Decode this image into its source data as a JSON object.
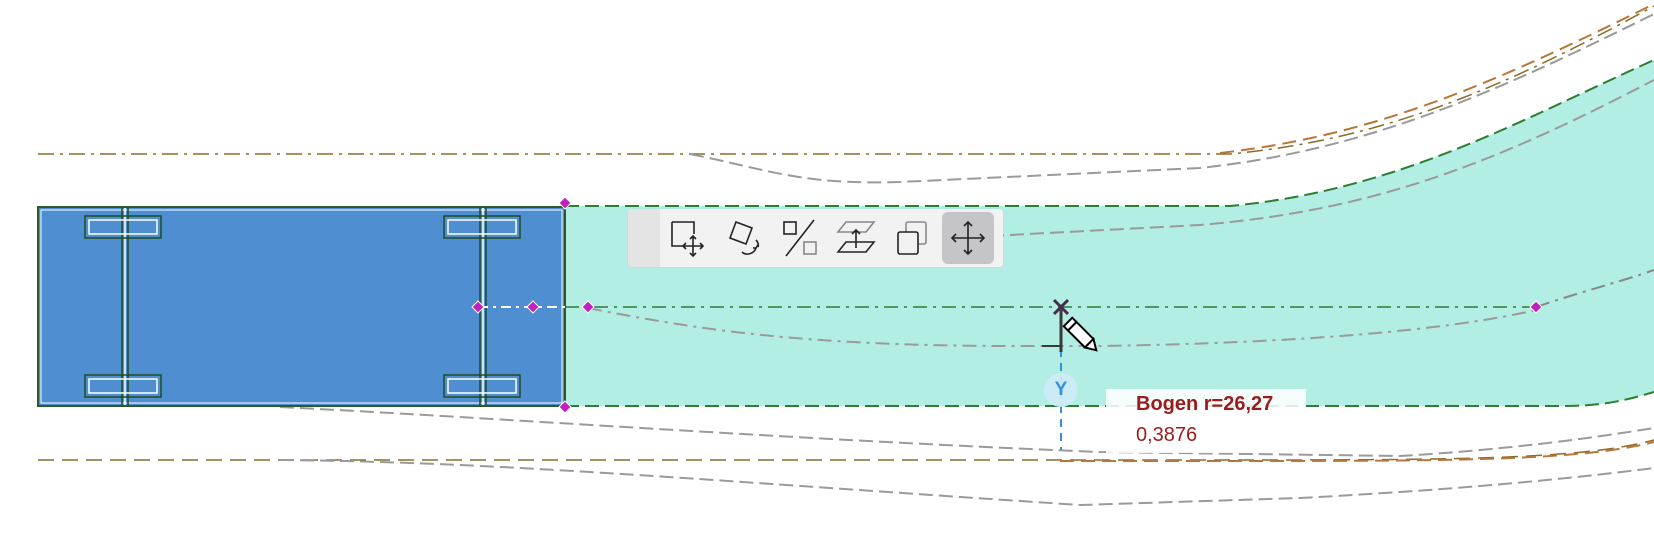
{
  "toolbar": {
    "tools": [
      {
        "id": "move-point",
        "icon": "move-node-icon",
        "active": false
      },
      {
        "id": "rotate",
        "icon": "rotate-icon",
        "active": false
      },
      {
        "id": "mirror",
        "icon": "mirror-icon",
        "active": false
      },
      {
        "id": "offset-elevate",
        "icon": "elevate-icon",
        "active": false
      },
      {
        "id": "copy",
        "icon": "copy-icon",
        "active": false
      },
      {
        "id": "move",
        "icon": "move-icon",
        "active": true
      }
    ]
  },
  "measurement": {
    "title": "Bogen r=26,27",
    "value": "0,3876"
  },
  "axis_label": "Y",
  "colors": {
    "road_fill": "#b2eee4",
    "object_fill": "#4f8fd1",
    "object_border": "#2d5a27",
    "edge_green": "#2e7d32",
    "edge_brown": "#b8763a",
    "edge_gray": "#9a9a9a",
    "handle_magenta": "#c21fc2",
    "axis_blue": "#3b8fd6",
    "label_red": "#9b1c1c"
  }
}
